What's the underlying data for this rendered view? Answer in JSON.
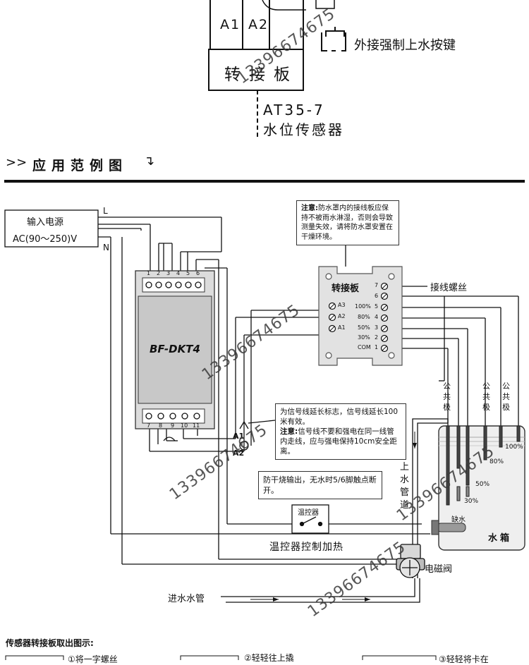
{
  "top": {
    "a1_label": "A1",
    "a2_label": "A2",
    "button_label": "外接强制上水按键",
    "adapter_label": "转接板",
    "sensor_model": "AT35-7",
    "sensor_name": "水位传感器"
  },
  "section": {
    "prefix": ">>",
    "title": "应用范例图",
    "suffix": "↴"
  },
  "power": {
    "title": "输入电源",
    "spec": "AC(90～250)V",
    "l_label": "L",
    "n_label": "N"
  },
  "controller": {
    "model": "BF-DKT4",
    "top_terminals": [
      "1",
      "2",
      "3",
      "4",
      "5",
      "6"
    ],
    "bottom_terminals": [
      "7",
      "8",
      "9",
      "10",
      "11"
    ]
  },
  "adapter_board": {
    "title": "转接板",
    "left_terminals": [
      "A3",
      "A2",
      "A1"
    ],
    "right_labels": [
      "100%",
      "80%",
      "50%",
      "30%",
      "COM"
    ],
    "right_numbers": [
      "7",
      "6",
      "5",
      "4",
      "3",
      "2",
      "1"
    ],
    "screw_label": "接线螺丝"
  },
  "notes": {
    "waterproof_title": "注意:",
    "waterproof_text": "防水罩内的接线板应保持不被雨水淋湿，否则会导致测量失效，请将防水罩安置在干燥环境。",
    "signal_line1": "为信号线延长标志，信号线延长100米有效。",
    "signal_title": "注意:",
    "signal_text": "信号线不要和强电在同一线管内走线，应与强电保持10cm安全距离。",
    "dryburn_text": "防干烧输出，无水时5/6脚触点断开。"
  },
  "wires": {
    "a1": "A1",
    "a2": "A2"
  },
  "tank": {
    "title": "水箱",
    "common_electrode": "公共极",
    "levels": [
      "100%",
      "80%",
      "50%",
      "30%"
    ],
    "low": "缺水",
    "inlet_pipe_vertical": "上水管道"
  },
  "thermostat": {
    "label": "温控器",
    "caption": "温控器控制加热"
  },
  "valve": {
    "label": "电磁阀"
  },
  "inlet": {
    "label": "进水水管"
  },
  "bottom": {
    "title": "传感器转接板取出图示:",
    "step1": "①将一字螺丝",
    "step2": "②轻轻往上撬",
    "step3": "③轻轻将卡在"
  },
  "watermark": "13396674675"
}
